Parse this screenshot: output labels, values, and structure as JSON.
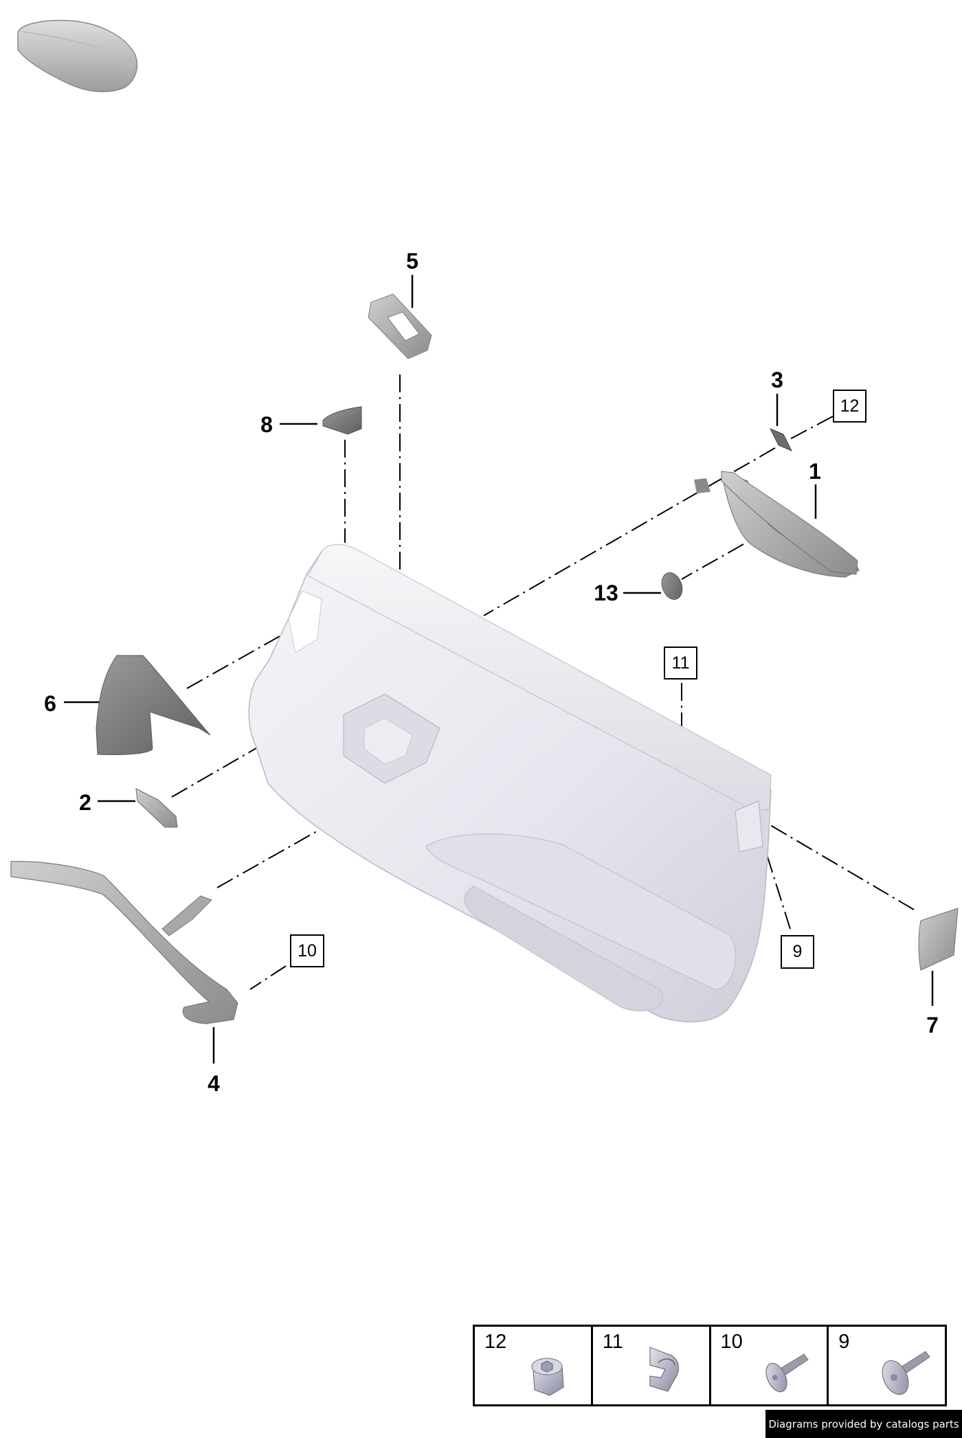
{
  "diagram": {
    "type": "exploded-parts-diagram",
    "subject": "door trim panel assembly",
    "thumbnail": "vehicle-silhouette",
    "callouts": [
      {
        "id": "1",
        "label": "1",
        "style": "bold",
        "part": "door handle bracket / inner release"
      },
      {
        "id": "2",
        "label": "2",
        "style": "bold",
        "part": "small trim cover"
      },
      {
        "id": "3",
        "label": "3",
        "style": "bold",
        "part": "small diamond plate"
      },
      {
        "id": "4",
        "label": "4",
        "style": "bold",
        "part": "grab handle"
      },
      {
        "id": "5",
        "label": "5",
        "style": "bold",
        "part": "window switch bezel"
      },
      {
        "id": "6",
        "label": "6",
        "style": "bold",
        "part": "mirror triangle trim"
      },
      {
        "id": "7",
        "label": "7",
        "style": "bold",
        "part": "end cap"
      },
      {
        "id": "8",
        "label": "8",
        "style": "bold",
        "part": "tweeter cover"
      },
      {
        "id": "13",
        "label": "13",
        "style": "bold",
        "part": "round plug cap"
      },
      {
        "id": "9",
        "label": "9",
        "style": "boxed",
        "part": "screw with washer"
      },
      {
        "id": "10",
        "label": "10",
        "style": "boxed",
        "part": "screw"
      },
      {
        "id": "11",
        "label": "11",
        "style": "boxed",
        "part": "spring clip"
      },
      {
        "id": "12",
        "label": "12",
        "style": "boxed",
        "part": "hex nut"
      }
    ]
  },
  "legend": {
    "cells": [
      {
        "num": "12",
        "icon": "hex-nut-icon"
      },
      {
        "num": "11",
        "icon": "spring-clip-icon"
      },
      {
        "num": "10",
        "icon": "screw-icon"
      },
      {
        "num": "9",
        "icon": "screw-with-washer-icon"
      }
    ]
  },
  "caption": {
    "text": "Diagrams provided by catalogs parts",
    "background": "#000000",
    "color": "#ffffff"
  },
  "colors": {
    "panel": "#ececf2",
    "panel_shade": "#d6d6e0",
    "part_dark": "#7a7a7a",
    "part_mid": "#a4a4a4",
    "line": "#000000"
  }
}
